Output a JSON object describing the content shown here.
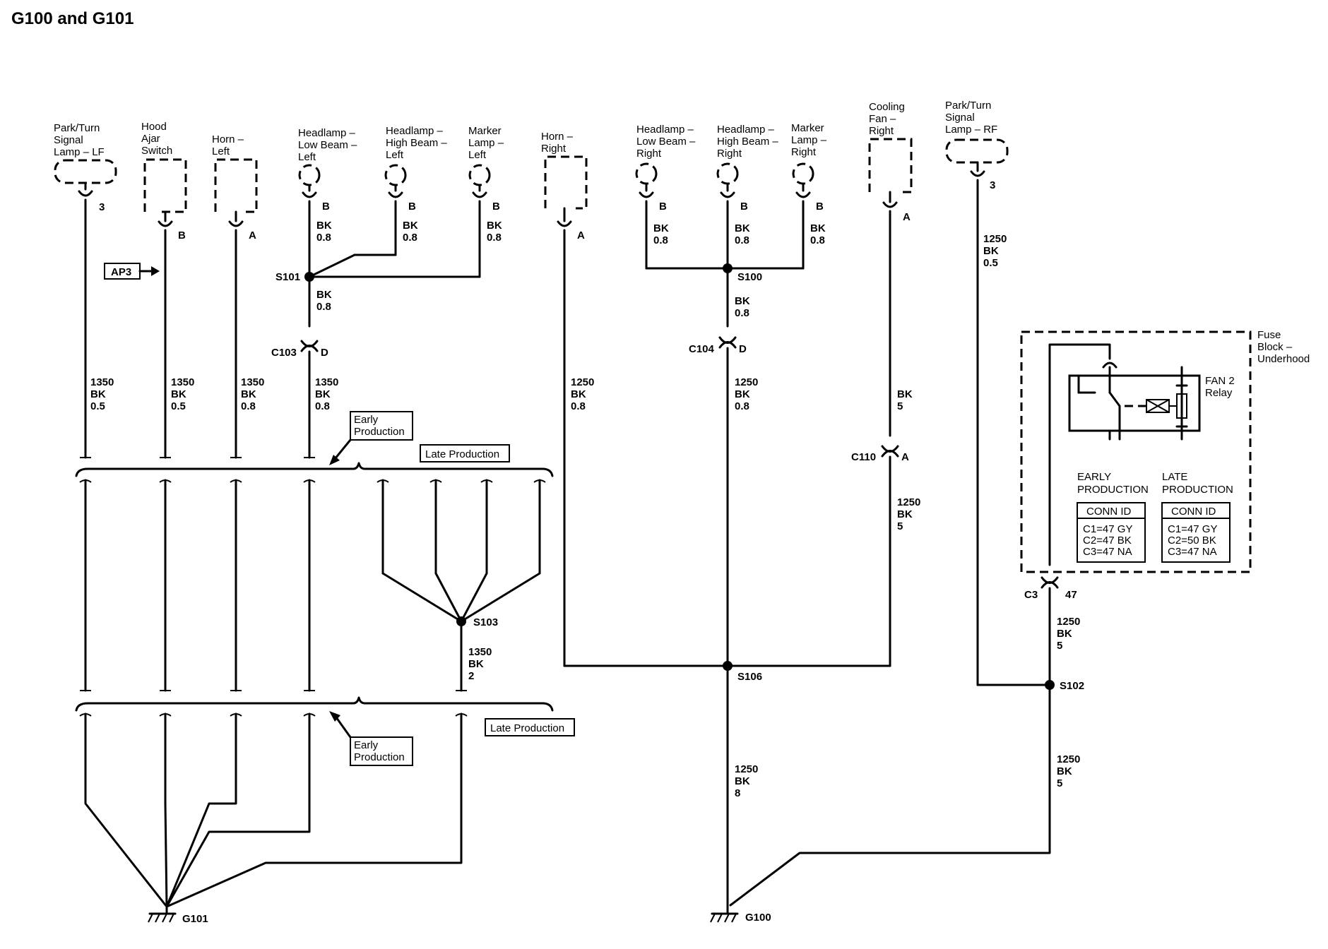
{
  "title": "G100 and G101",
  "components": {
    "park_turn_lf": "Park/Turn Signal Lamp – LF",
    "hood_ajar": "Hood Ajar Switch",
    "horn_left": "Horn – Left",
    "hl_low_left": "Headlamp – Low Beam – Left",
    "hl_high_left": "Headlamp – High Beam – Left",
    "marker_left": "Marker Lamp – Left",
    "horn_right": "Horn – Right",
    "hl_low_right": "Headlamp – Low Beam – Right",
    "hl_high_right": "Headlamp – High Beam – Right",
    "marker_right": "Marker Lamp – Right",
    "cooling_fan_right": "Cooling Fan – Right",
    "park_turn_rf": "Park/Turn Signal Lamp – RF",
    "fuse_block": "Fuse Block – Underhood",
    "fan2_relay": "FAN 2 Relay"
  },
  "pins": {
    "park_turn_lf": "3",
    "hood_ajar": "B",
    "horn_left": "A",
    "hl_low_left": "B",
    "hl_high_left": "B",
    "marker_left": "B",
    "horn_right": "A",
    "hl_low_right": "B",
    "hl_high_right": "B",
    "marker_right": "B",
    "cooling_fan_right": "A",
    "park_turn_rf": "3",
    "c103": "D",
    "c104": "D",
    "c110": "A",
    "c3": "47"
  },
  "connectors": {
    "c103": "C103",
    "c104": "C104",
    "c110": "C110",
    "c3": "C3"
  },
  "splices": {
    "s100": "S100",
    "s101": "S101",
    "s102": "S102",
    "s103": "S103",
    "s106": "S106"
  },
  "grounds": {
    "g100": "G100",
    "g101": "G101"
  },
  "wires": {
    "hl_low_left": [
      "BK",
      "0.8"
    ],
    "hl_high_left": [
      "BK",
      "0.8"
    ],
    "marker_left": [
      "BK",
      "0.8"
    ],
    "s101_c103": [
      "BK",
      "0.8"
    ],
    "park_lf": [
      "1350",
      "BK",
      "0.5"
    ],
    "hood": [
      "1350",
      "BK",
      "0.5"
    ],
    "horn_l": [
      "1350",
      "BK",
      "0.8"
    ],
    "c103_down": [
      "1350",
      "BK",
      "0.8"
    ],
    "s103": [
      "1350",
      "BK",
      "2"
    ],
    "horn_r": [
      "1250",
      "BK",
      "0.8"
    ],
    "hl_low_right": [
      "BK",
      "0.8"
    ],
    "hl_high_right": [
      "BK",
      "0.8"
    ],
    "marker_right": [
      "BK",
      "0.8"
    ],
    "s100_c104": [
      "BK",
      "0.8"
    ],
    "c104_down": [
      "1250",
      "BK",
      "0.8"
    ],
    "fan_c110": [
      "BK",
      "5"
    ],
    "c110_down": [
      "1250",
      "BK",
      "5"
    ],
    "park_rf": [
      "1250",
      "BK",
      "0.5"
    ],
    "c3_s102": [
      "1250",
      "BK",
      "5"
    ],
    "s102_g100": [
      "1250",
      "BK",
      "5"
    ],
    "g100": [
      "1250",
      "BK",
      "8"
    ]
  },
  "production": {
    "early": [
      "Early",
      "Production"
    ],
    "late": "Late Production",
    "early_label": [
      "EARLY",
      "PRODUCTION"
    ],
    "late_label": [
      "LATE",
      "PRODUCTION"
    ],
    "conn_id": "CONN ID",
    "early_ids": [
      "C1=47 GY",
      "C2=47 BK",
      "C3=47 NA"
    ],
    "late_ids": [
      "C1=47 GY",
      "C2=50 BK",
      "C3=47 NA"
    ]
  },
  "ap3": "AP3"
}
